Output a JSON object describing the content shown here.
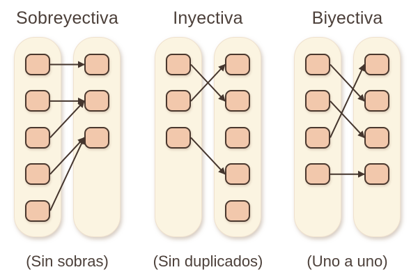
{
  "figure": {
    "panels": [
      {
        "title": "Sobreyectiva",
        "caption": "(Sin sobras)",
        "domain_count": 5,
        "codomain_count": 3,
        "mappings": [
          [
            1,
            1
          ],
          [
            2,
            2
          ],
          [
            3,
            2
          ],
          [
            4,
            3
          ],
          [
            5,
            3
          ]
        ]
      },
      {
        "title": "Inyectiva",
        "caption": "(Sin duplicados)",
        "domain_count": 3,
        "codomain_count": 5,
        "mappings": [
          [
            1,
            2
          ],
          [
            2,
            1
          ],
          [
            3,
            4
          ]
        ]
      },
      {
        "title": "Biyectiva",
        "caption": "(Uno a uno)",
        "domain_count": 4,
        "codomain_count": 4,
        "mappings": [
          [
            1,
            2
          ],
          [
            2,
            3
          ],
          [
            3,
            1
          ],
          [
            4,
            4
          ]
        ]
      }
    ],
    "colors": {
      "background": "#ffffff",
      "container_fill": "#fbf4e1",
      "container_border": "#efe1ce",
      "node_fill": "#f2c8ac",
      "node_border": "#4a382e",
      "arrow": "#45362e",
      "text": "#4c403a"
    }
  }
}
